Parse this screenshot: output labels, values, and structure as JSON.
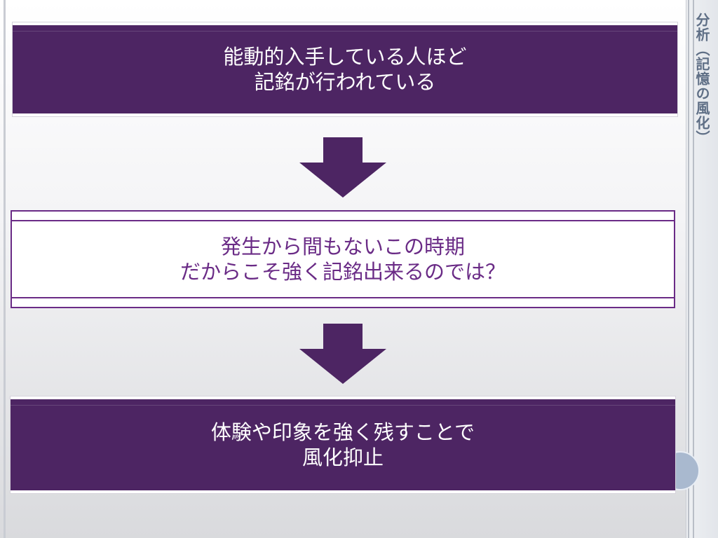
{
  "slide": {
    "vertical_title": "分析（記憶の風化）",
    "boxes": {
      "top": {
        "lines": [
          "能動的入手している人ほど",
          "記銘が行われている"
        ]
      },
      "middle": {
        "lines": [
          "発生から間もないこの時期",
          "だからこそ強く記銘出来るのでは？"
        ]
      },
      "bottom": {
        "lines": [
          "体験や印象を強く残すことで",
          "風化抑止"
        ]
      }
    }
  },
  "colors": {
    "primary_purple": "#4d2563",
    "accent_purple": "#6a2b86",
    "arrow": "#4d2563",
    "title_text": "#5f6f86"
  }
}
